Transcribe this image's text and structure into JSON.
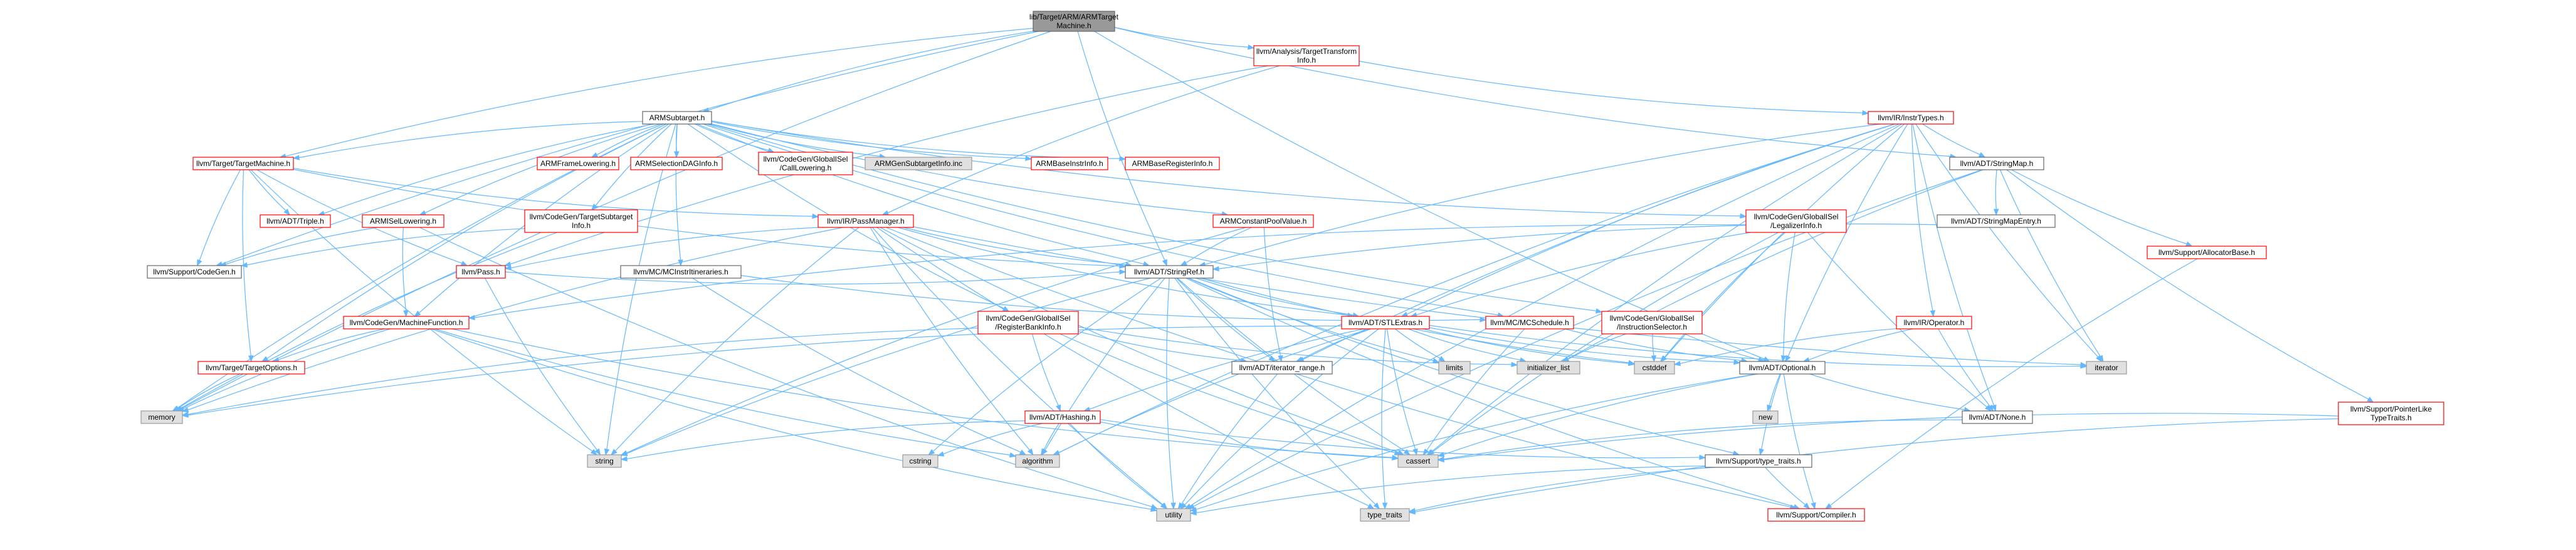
{
  "colors": {
    "root_fill": "#999999",
    "root_border": "#666666",
    "linked_fill": "#ffffff",
    "linked_border_red": "#ff0000",
    "plain_border": "#666666",
    "external_fill": "#e0e0e0",
    "external_border": "#999999",
    "edge": "#63b8ff"
  },
  "nodes": [
    {
      "id": "root",
      "lines": [
        "lib/Target/ARM/ARMTarget",
        "Machine.h"
      ],
      "kind": "root"
    },
    {
      "id": "tti",
      "lines": [
        "llvm/Analysis/TargetTransform",
        "Info.h"
      ],
      "kind": "red"
    },
    {
      "id": "subtarget",
      "lines": [
        "ARMSubtarget.h"
      ],
      "kind": "plain"
    },
    {
      "id": "instrtypes",
      "lines": [
        "llvm/IR/InstrTypes.h"
      ],
      "kind": "red"
    },
    {
      "id": "targetmachine",
      "lines": [
        "llvm/Target/TargetMachine.h"
      ],
      "kind": "red"
    },
    {
      "id": "framelowering",
      "lines": [
        "ARMFrameLowering.h"
      ],
      "kind": "red"
    },
    {
      "id": "seldaginfo",
      "lines": [
        "ARMSelectionDAGInfo.h"
      ],
      "kind": "red"
    },
    {
      "id": "calllowering",
      "lines": [
        "llvm/CodeGen/GlobalISel",
        "/CallLowering.h"
      ],
      "kind": "red"
    },
    {
      "id": "gensubtarget",
      "lines": [
        "ARMGenSubtargetInfo.inc"
      ],
      "kind": "external"
    },
    {
      "id": "baseinstrinfo",
      "lines": [
        "ARMBaseInstrInfo.h"
      ],
      "kind": "red"
    },
    {
      "id": "baseregisterinfo",
      "lines": [
        "ARMBaseRegisterInfo.h"
      ],
      "kind": "red"
    },
    {
      "id": "stringmap",
      "lines": [
        "llvm/ADT/StringMap.h"
      ],
      "kind": "plain"
    },
    {
      "id": "isellowering",
      "lines": [
        "ARMISelLowering.h"
      ],
      "kind": "red"
    },
    {
      "id": "targetsubtarget",
      "lines": [
        "llvm/CodeGen/TargetSubtarget",
        "Info.h"
      ],
      "kind": "red"
    },
    {
      "id": "passmanager",
      "lines": [
        "llvm/IR/PassManager.h"
      ],
      "kind": "red"
    },
    {
      "id": "constantpool",
      "lines": [
        "ARMConstantPoolValue.h"
      ],
      "kind": "red"
    },
    {
      "id": "triple",
      "lines": [
        "llvm/ADT/Triple.h"
      ],
      "kind": "red"
    },
    {
      "id": "stringmapentry",
      "lines": [
        "llvm/ADT/StringMapEntry.h"
      ],
      "kind": "plain"
    },
    {
      "id": "legalizerinfo",
      "lines": [
        "llvm/CodeGen/GlobalISel",
        "/LegalizerInfo.h"
      ],
      "kind": "red"
    },
    {
      "id": "allocatorbase",
      "lines": [
        "llvm/Support/AllocatorBase.h"
      ],
      "kind": "red"
    },
    {
      "id": "codegen",
      "lines": [
        "llvm/Support/CodeGen.h"
      ],
      "kind": "plain"
    },
    {
      "id": "pass",
      "lines": [
        "llvm/Pass.h"
      ],
      "kind": "red"
    },
    {
      "id": "mcitineraries",
      "lines": [
        "llvm/MC/MCInstrItineraries.h"
      ],
      "kind": "plain"
    },
    {
      "id": "stringref",
      "lines": [
        "llvm/ADT/StringRef.h"
      ],
      "kind": "plain"
    },
    {
      "id": "machinefunction",
      "lines": [
        "llvm/CodeGen/MachineFunction.h"
      ],
      "kind": "red"
    },
    {
      "id": "registerbankinfo",
      "lines": [
        "llvm/CodeGen/GlobalISel",
        "/RegisterBankInfo.h"
      ],
      "kind": "red"
    },
    {
      "id": "stlextras",
      "lines": [
        "llvm/ADT/STLExtras.h"
      ],
      "kind": "red"
    },
    {
      "id": "mcschedule",
      "lines": [
        "llvm/MC/MCSchedule.h"
      ],
      "kind": "red"
    },
    {
      "id": "instructionselector",
      "lines": [
        "llvm/CodeGen/GlobalISel",
        "/InstructionSelector.h"
      ],
      "kind": "red"
    },
    {
      "id": "operator",
      "lines": [
        "llvm/IR/Operator.h"
      ],
      "kind": "red"
    },
    {
      "id": "targetoptions",
      "lines": [
        "llvm/Target/TargetOptions.h"
      ],
      "kind": "red"
    },
    {
      "id": "iteratorrange",
      "lines": [
        "llvm/ADT/iterator_range.h"
      ],
      "kind": "plain"
    },
    {
      "id": "limits",
      "lines": [
        "limits"
      ],
      "kind": "external"
    },
    {
      "id": "initializerlist",
      "lines": [
        "initializer_list"
      ],
      "kind": "external"
    },
    {
      "id": "cstddef",
      "lines": [
        "cstddef"
      ],
      "kind": "external"
    },
    {
      "id": "optional",
      "lines": [
        "llvm/ADT/Optional.h"
      ],
      "kind": "plain"
    },
    {
      "id": "iterator",
      "lines": [
        "iterator"
      ],
      "kind": "external"
    },
    {
      "id": "memory",
      "lines": [
        "memory"
      ],
      "kind": "external"
    },
    {
      "id": "hashing",
      "lines": [
        "llvm/ADT/Hashing.h"
      ],
      "kind": "red"
    },
    {
      "id": "new",
      "lines": [
        "new"
      ],
      "kind": "external"
    },
    {
      "id": "none",
      "lines": [
        "llvm/ADT/None.h"
      ],
      "kind": "plain"
    },
    {
      "id": "pointerlike",
      "lines": [
        "llvm/Support/PointerLike",
        "TypeTraits.h"
      ],
      "kind": "red"
    },
    {
      "id": "string",
      "lines": [
        "string"
      ],
      "kind": "external"
    },
    {
      "id": "cstring",
      "lines": [
        "cstring"
      ],
      "kind": "external"
    },
    {
      "id": "algorithm",
      "lines": [
        "algorithm"
      ],
      "kind": "external"
    },
    {
      "id": "cassert",
      "lines": [
        "cassert"
      ],
      "kind": "external"
    },
    {
      "id": "typetraitsh",
      "lines": [
        "llvm/Support/type_traits.h"
      ],
      "kind": "plain"
    },
    {
      "id": "utility",
      "lines": [
        "utility"
      ],
      "kind": "external"
    },
    {
      "id": "typetraits",
      "lines": [
        "type_traits"
      ],
      "kind": "external"
    },
    {
      "id": "compiler",
      "lines": [
        "llvm/Support/Compiler.h"
      ],
      "kind": "red"
    }
  ],
  "edges": [
    [
      "root",
      "tti"
    ],
    [
      "root",
      "subtarget"
    ],
    [
      "root",
      "stringmap"
    ],
    [
      "root",
      "targetmachine"
    ],
    [
      "root",
      "codegen"
    ],
    [
      "root",
      "stringref"
    ],
    [
      "root",
      "optional"
    ],
    [
      "root",
      "memory"
    ],
    [
      "tti",
      "instrtypes"
    ],
    [
      "tti",
      "passmanager"
    ],
    [
      "tti",
      "pass"
    ],
    [
      "subtarget",
      "targetmachine"
    ],
    [
      "subtarget",
      "framelowering"
    ],
    [
      "subtarget",
      "seldaginfo"
    ],
    [
      "subtarget",
      "calllowering"
    ],
    [
      "subtarget",
      "gensubtarget"
    ],
    [
      "subtarget",
      "baseinstrinfo"
    ],
    [
      "subtarget",
      "baseregisterinfo"
    ],
    [
      "subtarget",
      "isellowering"
    ],
    [
      "subtarget",
      "targetsubtarget"
    ],
    [
      "subtarget",
      "constantpool"
    ],
    [
      "subtarget",
      "triple"
    ],
    [
      "subtarget",
      "legalizerinfo"
    ],
    [
      "subtarget",
      "mcitineraries"
    ],
    [
      "subtarget",
      "stringref"
    ],
    [
      "subtarget",
      "machinefunction"
    ],
    [
      "subtarget",
      "registerbankinfo"
    ],
    [
      "subtarget",
      "mcschedule"
    ],
    [
      "subtarget",
      "instructionselector"
    ],
    [
      "subtarget",
      "targetoptions"
    ],
    [
      "subtarget",
      "memory"
    ],
    [
      "subtarget",
      "string"
    ],
    [
      "instrtypes",
      "stringmap"
    ],
    [
      "instrtypes",
      "operator"
    ],
    [
      "instrtypes",
      "stlextras"
    ],
    [
      "instrtypes",
      "stringref"
    ],
    [
      "instrtypes",
      "optional"
    ],
    [
      "instrtypes",
      "iteratorrange"
    ],
    [
      "instrtypes",
      "iterator"
    ],
    [
      "instrtypes",
      "cstddef"
    ],
    [
      "instrtypes",
      "none"
    ],
    [
      "instrtypes",
      "cassert"
    ],
    [
      "instrtypes",
      "algorithm"
    ],
    [
      "instrtypes",
      "utility"
    ],
    [
      "targetmachine",
      "triple"
    ],
    [
      "targetmachine",
      "codegen"
    ],
    [
      "targetmachine",
      "pass"
    ],
    [
      "targetmachine",
      "passmanager"
    ],
    [
      "targetmachine",
      "stringref"
    ],
    [
      "targetmachine",
      "targetoptions"
    ],
    [
      "targetmachine",
      "string"
    ],
    [
      "stringmap",
      "stringmapentry"
    ],
    [
      "stringmap",
      "allocatorbase"
    ],
    [
      "stringmap",
      "pointerlike"
    ],
    [
      "stringmap",
      "iterator"
    ],
    [
      "stringmap",
      "initializerlist"
    ],
    [
      "stringmap",
      "utility"
    ],
    [
      "isellowering",
      "codegen"
    ],
    [
      "isellowering",
      "machinefunction"
    ],
    [
      "isellowering",
      "utility"
    ],
    [
      "targetsubtarget",
      "codegen"
    ],
    [
      "targetsubtarget",
      "memory"
    ],
    [
      "passmanager",
      "stlextras"
    ],
    [
      "passmanager",
      "stringref"
    ],
    [
      "passmanager",
      "pass"
    ],
    [
      "passmanager",
      "memory"
    ],
    [
      "passmanager",
      "string"
    ],
    [
      "passmanager",
      "algorithm"
    ],
    [
      "passmanager",
      "cassert"
    ],
    [
      "passmanager",
      "iterator"
    ],
    [
      "passmanager",
      "typetraits"
    ],
    [
      "passmanager",
      "utility"
    ],
    [
      "passmanager",
      "compiler"
    ],
    [
      "constantpool",
      "stringref"
    ],
    [
      "constantpool",
      "iteratorrange"
    ],
    [
      "constantpool",
      "string"
    ],
    [
      "stringmapentry",
      "stringref"
    ],
    [
      "legalizerinfo",
      "stlextras"
    ],
    [
      "legalizerinfo",
      "optional"
    ],
    [
      "legalizerinfo",
      "none"
    ],
    [
      "legalizerinfo",
      "cstddef"
    ],
    [
      "legalizerinfo",
      "machinefunction"
    ],
    [
      "legalizerinfo",
      "cassert"
    ],
    [
      "allocatorbase",
      "compiler"
    ],
    [
      "pass",
      "stringref"
    ],
    [
      "pass",
      "string"
    ],
    [
      "mcitineraries",
      "mcschedule"
    ],
    [
      "mcitineraries",
      "algorithm"
    ],
    [
      "stringref",
      "stlextras"
    ],
    [
      "stringref",
      "iteratorrange"
    ],
    [
      "stringref",
      "compiler"
    ],
    [
      "stringref",
      "typetraitsh"
    ],
    [
      "stringref",
      "algorithm"
    ],
    [
      "stringref",
      "cassert"
    ],
    [
      "stringref",
      "cstddef"
    ],
    [
      "stringref",
      "cstring"
    ],
    [
      "stringref",
      "limits"
    ],
    [
      "stringref",
      "string"
    ],
    [
      "stringref",
      "typetraits"
    ],
    [
      "stringref",
      "utility"
    ],
    [
      "machinefunction",
      "targetoptions"
    ],
    [
      "machinefunction",
      "memory"
    ],
    [
      "machinefunction",
      "utility"
    ],
    [
      "machinefunction",
      "cassert"
    ],
    [
      "machinefunction",
      "algorithm"
    ],
    [
      "registerbankinfo",
      "hashing"
    ],
    [
      "registerbankinfo",
      "iteratorrange"
    ],
    [
      "registerbankinfo",
      "cassert"
    ],
    [
      "registerbankinfo",
      "initializerlist"
    ],
    [
      "registerbankinfo",
      "memory"
    ],
    [
      "stlextras",
      "hashing"
    ],
    [
      "stlextras",
      "optional"
    ],
    [
      "stlextras",
      "iteratorrange"
    ],
    [
      "stlextras",
      "limits"
    ],
    [
      "stlextras",
      "initializerlist"
    ],
    [
      "stlextras",
      "cstddef"
    ],
    [
      "stlextras",
      "iterator"
    ],
    [
      "stlextras",
      "memory"
    ],
    [
      "stlextras",
      "algorithm"
    ],
    [
      "stlextras",
      "cassert"
    ],
    [
      "stlextras",
      "typetraits"
    ],
    [
      "stlextras",
      "utility"
    ],
    [
      "mcschedule",
      "optional"
    ],
    [
      "mcschedule",
      "cassert"
    ],
    [
      "instructionselector",
      "optional"
    ],
    [
      "instructionselector",
      "initializerlist"
    ],
    [
      "instructionselector",
      "cstddef"
    ],
    [
      "operator",
      "optional"
    ],
    [
      "operator",
      "none"
    ],
    [
      "operator",
      "cstddef"
    ],
    [
      "targetoptions",
      "memory"
    ],
    [
      "iteratorrange",
      "utility"
    ],
    [
      "optional",
      "none"
    ],
    [
      "optional",
      "compiler"
    ],
    [
      "optional",
      "typetraitsh"
    ],
    [
      "optional",
      "new"
    ],
    [
      "optional",
      "cassert"
    ],
    [
      "optional",
      "utility"
    ],
    [
      "hashing",
      "string"
    ],
    [
      "hashing",
      "cstring"
    ],
    [
      "hashing",
      "algorithm"
    ],
    [
      "hashing",
      "cassert"
    ],
    [
      "hashing",
      "utility"
    ],
    [
      "hashing",
      "typetraitsh"
    ],
    [
      "none",
      "cassert"
    ],
    [
      "pointerlike",
      "typetraits"
    ],
    [
      "pointerlike",
      "cassert"
    ],
    [
      "typetraitsh",
      "utility"
    ],
    [
      "typetraitsh",
      "typetraits"
    ],
    [
      "typetraitsh",
      "compiler"
    ]
  ]
}
